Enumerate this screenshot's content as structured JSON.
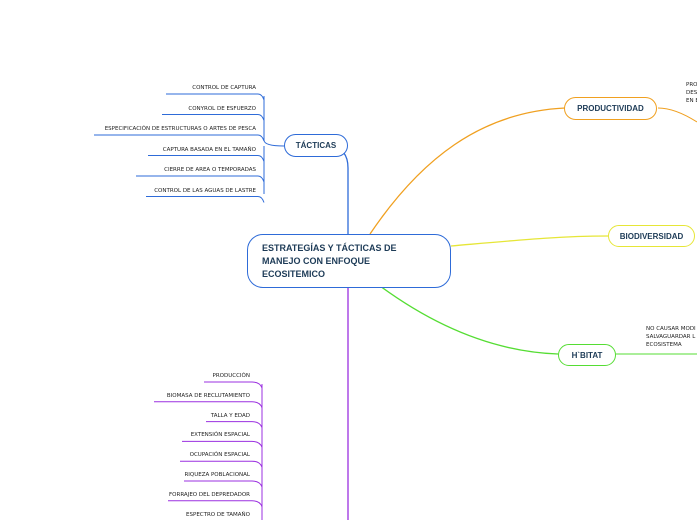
{
  "central": {
    "label": "ESTRATEGÍAS Y TÁCTICAS DE MANEJO CON ENFOQUE ECOSITEMICO"
  },
  "tacticas": {
    "label": "TÁCTICAS",
    "color": "#2e6bd8",
    "items": [
      "CONTROL DE CAPTURA",
      "CONYROL DE ESFUERZO",
      "ESPECIFICACIÓN DE ESTRUCTURAS O ARTES DE PESCA",
      "CAPTURA BASADA EN EL TAMAÑO",
      "CIERRE DE AREA O TEMPORADAS",
      "CONTROL DE LAS AGUAS DE LASTRE"
    ]
  },
  "productividad": {
    "label": "PRODUCTIVIDAD",
    "color": "#f0a020",
    "text": "PRO\nDES\nEN E"
  },
  "biodiversidad": {
    "label": "BIODIVERSIDAD",
    "color": "#e6e637"
  },
  "habitat": {
    "label": "H`BITAT",
    "color": "#55dd33",
    "text": "NO CAUSAR MODI\nSALVAGUARDAR L\nECOSISTEMA"
  },
  "indicadores": {
    "color": "#9b30e0",
    "items": [
      "PRODUCCIÓN",
      "BIOMASA DE RECLUTAMIENTO",
      "TALLA Y EDAD",
      "EXTENSIÓN ESPACIAL",
      "OCUPACIÓN ESPACIAL",
      "RIQUEZA POBLACIONAL",
      "FORRAJEO DEL DEPREDADOR",
      "ESPECTRO DE TAMAÑO"
    ]
  }
}
